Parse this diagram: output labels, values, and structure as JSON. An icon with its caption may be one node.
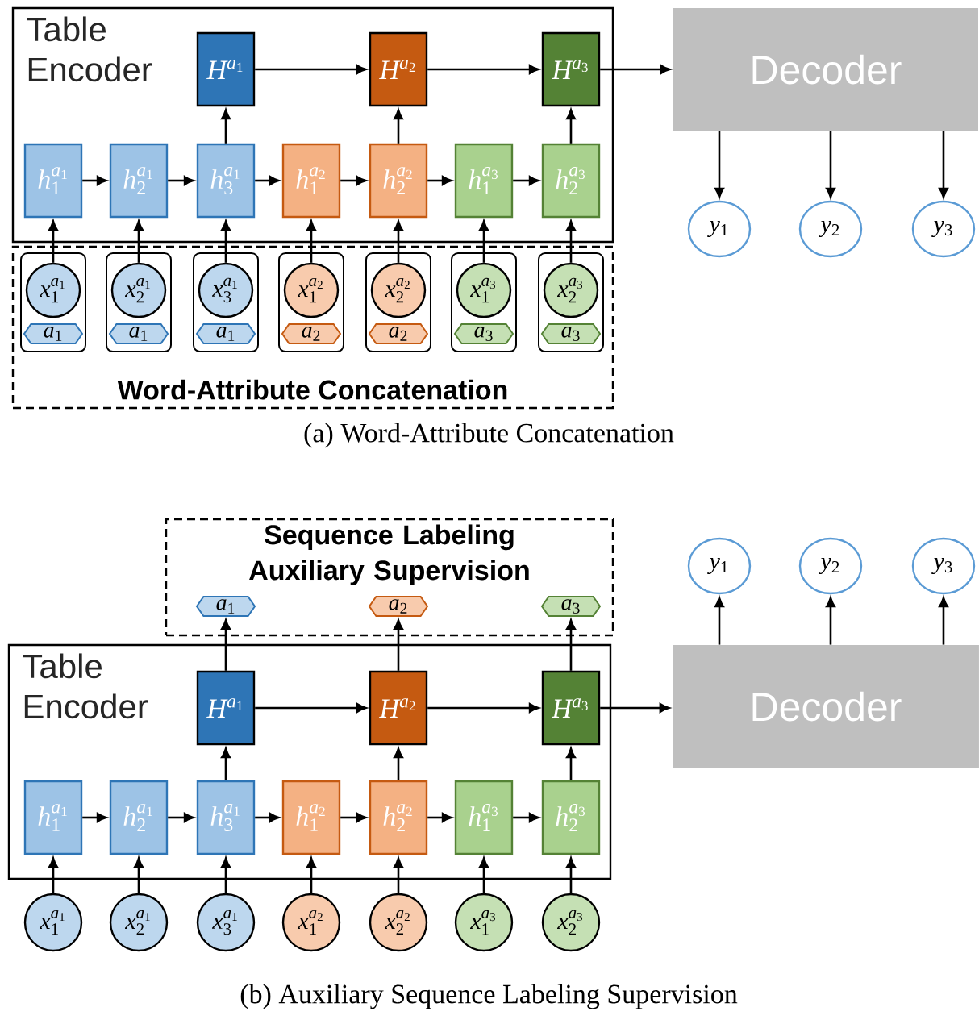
{
  "diagram": {
    "nodes": [
      {
        "text": [
          "Table Encoder"
        ]
      },
      {
        "text": [
          "H^{a_1}"
        ],
        "in": 0
      },
      {
        "text": [
          "H^{a_2}"
        ],
        "in": 0
      },
      {
        "text": [
          "H^{a_3}"
        ],
        "in": 0
      },
      {
        "text": [
          "h_1^{a_1}"
        ],
        "in": 0
      },
      {
        "text": [
          "h_2^{a_1}"
        ],
        "in": 0
      },
      {
        "text": [
          "h_3^{a_1}"
        ],
        "in": 0
      },
      {
        "text": [
          "h_1^{a_2}"
        ],
        "in": 0
      },
      {
        "text": [
          "h_2^{a_2}"
        ],
        "in": 0
      },
      {
        "text": [
          "h_1^{a_3}"
        ],
        "in": 0
      },
      {
        "text": [
          "h_2^{a_3}"
        ],
        "in": 0
      },
      {
        "text": [
          "Word-Attribute Concatenation"
        ]
      },
      {
        "text": [],
        "shape": "box",
        "in": 11
      },
      {
        "text": [
          "x_1^{a_1}"
        ],
        "in": 12
      },
      {
        "text": [
          "a_1"
        ],
        "in": 12
      },
      {
        "text": [],
        "shape": "box",
        "in": 11
      },
      {
        "text": [
          "x_2^{a_1}"
        ],
        "in": 15
      },
      {
        "text": [
          "a_1"
        ],
        "in": 15
      },
      {
        "text": [],
        "shape": "box",
        "in": 11
      },
      {
        "text": [
          "x_3^{a_1}"
        ],
        "in": 18
      },
      {
        "text": [
          "a_1"
        ],
        "in": 18
      },
      {
        "text": [],
        "shape": "box",
        "in": 11
      },
      {
        "text": [
          "x_1^{a_2}"
        ],
        "in": 21
      },
      {
        "text": [
          "a_2"
        ],
        "in": 21
      },
      {
        "text": [],
        "shape": "box",
        "in": 11
      },
      {
        "text": [
          "x_2^{a_2}"
        ],
        "in": 24
      },
      {
        "text": [
          "a_2"
        ],
        "in": 24
      },
      {
        "text": [],
        "shape": "box",
        "in": 11
      },
      {
        "text": [
          "x_1^{a_3}"
        ],
        "in": 27
      },
      {
        "text": [
          "a_3"
        ],
        "in": 27
      },
      {
        "text": [],
        "shape": "box",
        "in": 11
      },
      {
        "text": [
          "x_2^{a_3}"
        ],
        "in": 30
      },
      {
        "text": [
          "a_3"
        ],
        "in": 30
      },
      {
        "text": [
          "Decoder"
        ]
      },
      {
        "text": [
          "y_1"
        ]
      },
      {
        "text": [
          "y_2"
        ]
      },
      {
        "text": [
          "y_3"
        ]
      },
      {
        "text": [
          "Sequence Labeling Auxiliary Supervision"
        ]
      },
      {
        "text": [
          "a_1"
        ],
        "in": 37
      },
      {
        "text": [
          "a_2"
        ],
        "in": 37
      },
      {
        "text": [
          "a_3"
        ],
        "in": 37
      },
      {
        "text": [
          "Table Encoder"
        ]
      },
      {
        "text": [
          "H^{a_1}"
        ],
        "in": 41
      },
      {
        "text": [
          "H^{a_2}"
        ],
        "in": 41
      },
      {
        "text": [
          "H^{a_3}"
        ],
        "in": 41
      },
      {
        "text": [
          "h_1^{a_1}"
        ],
        "in": 41
      },
      {
        "text": [
          "h_2^{a_1}"
        ],
        "in": 41
      },
      {
        "text": [
          "h_3^{a_1}"
        ],
        "in": 41
      },
      {
        "text": [
          "h_1^{a_2}"
        ],
        "in": 41
      },
      {
        "text": [
          "h_2^{a_2}"
        ],
        "in": 41
      },
      {
        "text": [
          "h_1^{a_3}"
        ],
        "in": 41
      },
      {
        "text": [
          "h_2^{a_3}"
        ],
        "in": 41
      },
      {
        "text": [
          "x_1^{a_1}"
        ]
      },
      {
        "text": [
          "x_2^{a_1}"
        ]
      },
      {
        "text": [
          "x_3^{a_1}"
        ]
      },
      {
        "text": [
          "x_1^{a_2}"
        ]
      },
      {
        "text": [
          "x_2^{a_2}"
        ]
      },
      {
        "text": [
          "x_1^{a_3}"
        ]
      },
      {
        "text": [
          "x_2^{a_3}"
        ]
      },
      {
        "text": [
          "Decoder"
        ]
      },
      {
        "text": [
          "y_1"
        ]
      },
      {
        "text": [
          "y_2"
        ]
      },
      {
        "text": [
          "y_3"
        ]
      }
    ],
    "edges": [
      {
        "from": 4,
        "to": 5,
        "arrow": "to"
      },
      {
        "from": 5,
        "to": 6,
        "arrow": "to"
      },
      {
        "from": 6,
        "to": 7,
        "arrow": "to"
      },
      {
        "from": 7,
        "to": 8,
        "arrow": "to"
      },
      {
        "from": 8,
        "to": 9,
        "arrow": "to"
      },
      {
        "from": 9,
        "to": 10,
        "arrow": "to"
      },
      {
        "from": 6,
        "to": 1,
        "arrow": "to"
      },
      {
        "from": 8,
        "to": 2,
        "arrow": "to"
      },
      {
        "from": 10,
        "to": 3,
        "arrow": "to"
      },
      {
        "from": 1,
        "to": 2,
        "arrow": "to"
      },
      {
        "from": 2,
        "to": 3,
        "arrow": "to"
      },
      {
        "from": 3,
        "to": 33,
        "arrow": "to"
      },
      {
        "from": 33,
        "to": 34,
        "arrow": "to"
      },
      {
        "from": 33,
        "to": 35,
        "arrow": "to"
      },
      {
        "from": 33,
        "to": 36,
        "arrow": "to"
      },
      {
        "from": 13,
        "to": 4,
        "arrow": "to"
      },
      {
        "from": 16,
        "to": 5,
        "arrow": "to"
      },
      {
        "from": 19,
        "to": 6,
        "arrow": "to"
      },
      {
        "from": 22,
        "to": 7,
        "arrow": "to"
      },
      {
        "from": 25,
        "to": 8,
        "arrow": "to"
      },
      {
        "from": 28,
        "to": 9,
        "arrow": "to"
      },
      {
        "from": 31,
        "to": 10,
        "arrow": "to"
      },
      {
        "from": 45,
        "to": 46,
        "arrow": "to"
      },
      {
        "from": 46,
        "to": 47,
        "arrow": "to"
      },
      {
        "from": 47,
        "to": 48,
        "arrow": "to"
      },
      {
        "from": 48,
        "to": 49,
        "arrow": "to"
      },
      {
        "from": 49,
        "to": 50,
        "arrow": "to"
      },
      {
        "from": 50,
        "to": 51,
        "arrow": "to"
      },
      {
        "from": 47,
        "to": 42,
        "arrow": "to"
      },
      {
        "from": 49,
        "to": 43,
        "arrow": "to"
      },
      {
        "from": 51,
        "to": 44,
        "arrow": "to"
      },
      {
        "from": 42,
        "to": 43,
        "arrow": "to"
      },
      {
        "from": 43,
        "to": 44,
        "arrow": "to"
      },
      {
        "from": 44,
        "to": 59,
        "arrow": "to"
      },
      {
        "from": 59,
        "to": 60,
        "arrow": "to"
      },
      {
        "from": 59,
        "to": 61,
        "arrow": "to"
      },
      {
        "from": 59,
        "to": 62,
        "arrow": "to"
      },
      {
        "from": 52,
        "to": 45,
        "arrow": "to"
      },
      {
        "from": 53,
        "to": 46,
        "arrow": "to"
      },
      {
        "from": 54,
        "to": 47,
        "arrow": "to"
      },
      {
        "from": 55,
        "to": 48,
        "arrow": "to"
      },
      {
        "from": 56,
        "to": 49,
        "arrow": "to"
      },
      {
        "from": 57,
        "to": 50,
        "arrow": "to"
      },
      {
        "from": 58,
        "to": 51,
        "arrow": "to"
      },
      {
        "from": 42,
        "to": 38,
        "arrow": "to"
      },
      {
        "from": 43,
        "to": 39,
        "arrow": "to"
      },
      {
        "from": 44,
        "to": 40,
        "arrow": "to"
      }
    ],
    "labels": [
      "(a) Word-Attribute Concatenation",
      "(b) Auxiliary Sequence Labeling Supervision"
    ]
  }
}
